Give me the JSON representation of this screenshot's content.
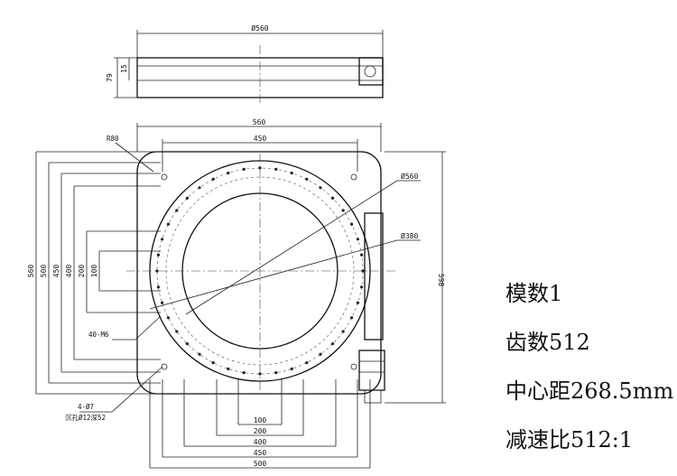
{
  "top_view": {
    "diameter_label": "Ø560",
    "height_label": "79",
    "thickness_label": "15"
  },
  "plan_view": {
    "width_label": "560",
    "inner_width_label": "450",
    "corner_radius_label": "R80",
    "outer_circle_label": "Ø560",
    "inner_circle_label": "Ø380",
    "overall_height_label": "598",
    "left_dims": [
      "560",
      "500",
      "450",
      "400",
      "200",
      "100"
    ],
    "bottom_dims": [
      "100",
      "200",
      "400",
      "450",
      "500"
    ],
    "thread_note": "40-M6",
    "hole_note_line1": "4-Ø7",
    "hole_note_line2": "沉孔Ø12深52"
  },
  "specs": [
    "模数1",
    "齿数512",
    "中心距268.5mm",
    "减速比512:1"
  ]
}
